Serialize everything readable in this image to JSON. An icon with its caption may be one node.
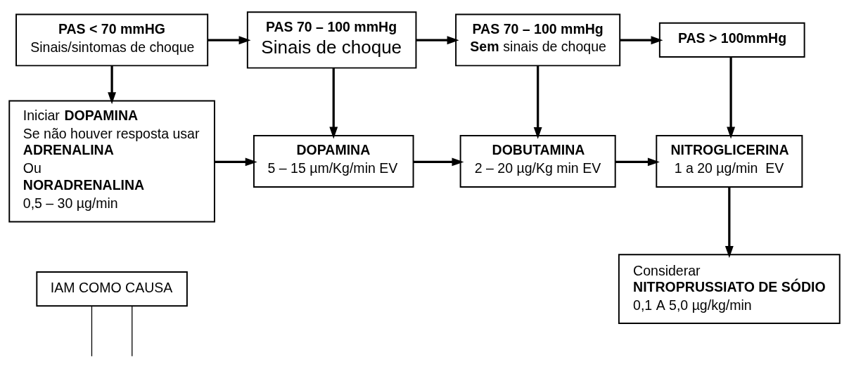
{
  "diagram": {
    "nodes": [
      {
        "text": [
          "PAS < 70 mmHG",
          "Sinais/sintomas de choque"
        ]
      },
      {
        "text": [
          "PAS 70 – 100 mmHg",
          "Sinais de choque"
        ]
      },
      {
        "text": [
          "PAS 70 – 100 mmHg",
          "**Sem** sinais de choque"
        ]
      },
      {
        "text": [
          "PAS > 100mmHg"
        ]
      },
      {
        "text": [
          "Iniciar **DOPAMINA**",
          "Se não houver resposta usar",
          "ADRENALINA",
          "Ou",
          "NORADRENALINA",
          "0,5 – 30 µg/min"
        ]
      },
      {
        "text": [
          "DOPAMINA",
          "5 – 15 µm/Kg/min EV"
        ]
      },
      {
        "text": [
          "DOBUTAMINA",
          "2 – 20 µg/Kg min EV"
        ]
      },
      {
        "text": [
          "NITROGLICERINA",
          "1 a 20 µg/min  EV"
        ]
      },
      {
        "text": [
          "Considerar",
          "NITROPRUSSIATO DE SÓDIO",
          "0,1 A 5,0 µg/kg/min"
        ]
      },
      {
        "text": [
          "IAM COMO CAUSA"
        ]
      }
    ],
    "edges": [
      {
        "from": 0,
        "to": 1,
        "arrow": "to"
      },
      {
        "from": 1,
        "to": 2,
        "arrow": "to"
      },
      {
        "from": 2,
        "to": 3,
        "arrow": "to"
      },
      {
        "from": 0,
        "to": 4,
        "arrow": "to"
      },
      {
        "from": 1,
        "to": 5,
        "arrow": "to"
      },
      {
        "from": 2,
        "to": 6,
        "arrow": "to"
      },
      {
        "from": 3,
        "to": 7,
        "arrow": "to"
      },
      {
        "from": 4,
        "to": 5,
        "arrow": "to"
      },
      {
        "from": 5,
        "to": 6,
        "arrow": "to"
      },
      {
        "from": 6,
        "to": 7,
        "arrow": "to"
      },
      {
        "from": 7,
        "to": 8,
        "arrow": "to"
      },
      {
        "from": 9,
        "to": null,
        "arrow": "none"
      },
      {
        "from": 9,
        "to": null,
        "arrow": "none"
      }
    ]
  }
}
